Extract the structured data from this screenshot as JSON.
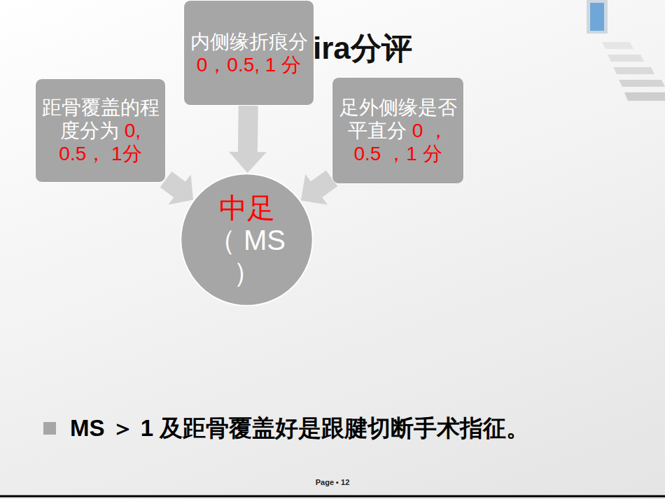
{
  "diagram": {
    "title": "ira分评",
    "nodes": [
      {
        "text": [
          "内侧缘折痕分",
          "0，0.5, 1 分"
        ]
      },
      {
        "text": [
          "距骨覆盖的程度分为",
          "0, 0.5， 1分"
        ]
      },
      {
        "text": [
          "足外侧缘是否平直分",
          "0 ，0.5 ，1 分"
        ]
      },
      {
        "text": [
          "中足",
          "（ MS ）"
        ]
      }
    ],
    "edges": [
      {
        "from": 0,
        "to": 3,
        "arrow": "to"
      },
      {
        "from": 1,
        "to": 3,
        "arrow": "to"
      },
      {
        "from": 2,
        "to": 3,
        "arrow": "to"
      }
    ],
    "labels": [
      "MS ＞ 1 及距骨覆盖好是跟腱切断手术指征。",
      "Page ▪ 12"
    ]
  }
}
